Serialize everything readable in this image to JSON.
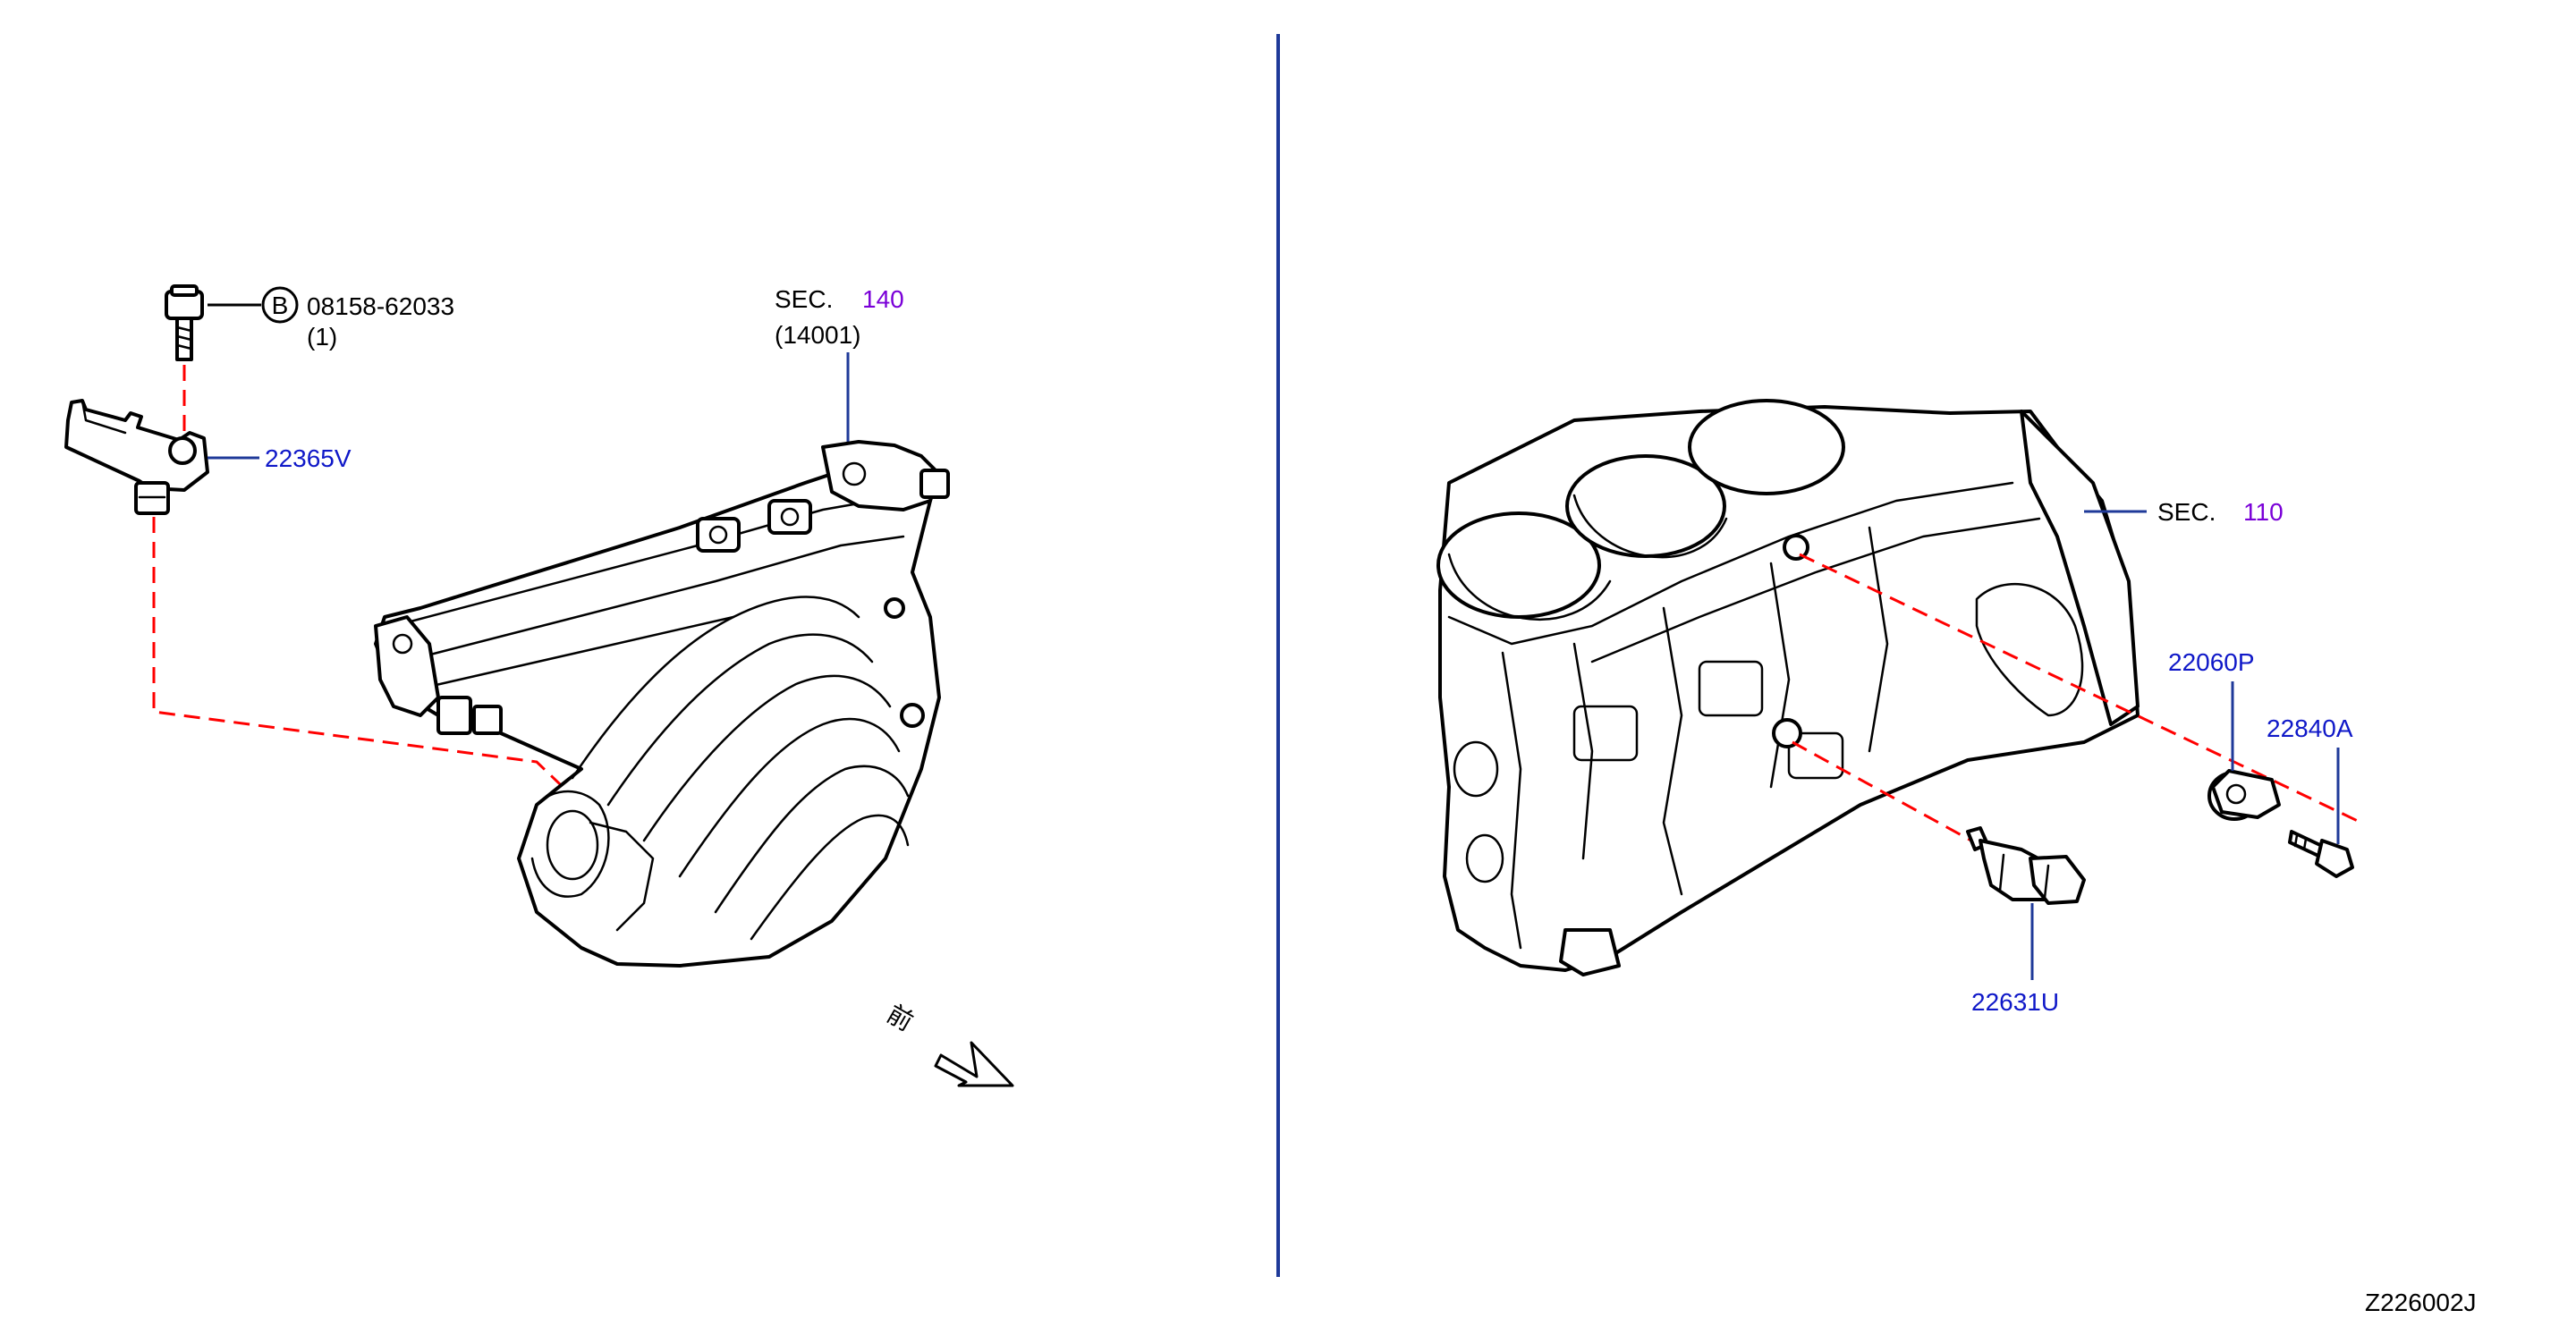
{
  "labels": {
    "bolt_symbol": "B",
    "bolt_part": "08158-62033",
    "bolt_qty": "(1)",
    "map_sensor": "22365V",
    "sec_top_prefix": "SEC.",
    "sec_top_num": "140",
    "sec_top_sub": "(14001)",
    "sec_right_prefix": "SEC.",
    "sec_right_num": "110",
    "knock_sensor": "22060P",
    "knock_bolt": "22840A",
    "temp_sensor": "22631U",
    "front_kanji": "前",
    "drawing_id": "Z226002J"
  },
  "colors": {
    "part_number_blue": "#0f18c8",
    "section_purple": "#7a00d8",
    "divider_blue": "#1f3a99",
    "dashed_red": "#ff0000"
  },
  "icons": {
    "front_arrow": "arrow-icon",
    "bolt_marker": "circle-b-icon"
  }
}
